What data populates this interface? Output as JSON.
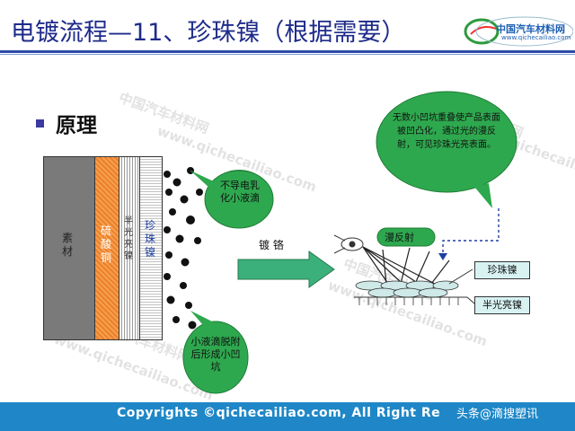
{
  "slide": {
    "title": "电镀流程—11、珍珠镍（根据需要）",
    "logo_text": "中国汽车材料网",
    "logo_url": "www.qichecailiao.com",
    "heading": "原理",
    "watermark_cn": "中国汽车材料网",
    "watermark_en": "www.qichecailiao.com",
    "layers": {
      "substrate": "素材",
      "acid_copper": "硫酸铜",
      "semi_bright_nickel": "半光亮镍",
      "pearl_nickel": "珍珠镍"
    },
    "callout_top": "不导电乳化小液滴",
    "callout_bottom": "小液滴脱附后形成小凹坑",
    "callout_right": "无数小凹坑重叠使产品表面被凹凸化，通过光的漫反射，可见珍珠光亮表面。",
    "plating_label": "镀 铬",
    "diffuse_label": "漫反射",
    "box_pearl": "珍珠镍",
    "box_semi": "半光亮镍",
    "footer": "Copyrights ©qichecailiao.com,  All Right Re",
    "attribution": "头条@滴搜塑讯"
  },
  "colors": {
    "title": "#1e2b8a",
    "footer": "#1f87c7",
    "substrate": "#7a7a7a",
    "acid_copper": "#f08f3c",
    "callout": "#2ea84e",
    "arrow": "#3cb07a"
  }
}
